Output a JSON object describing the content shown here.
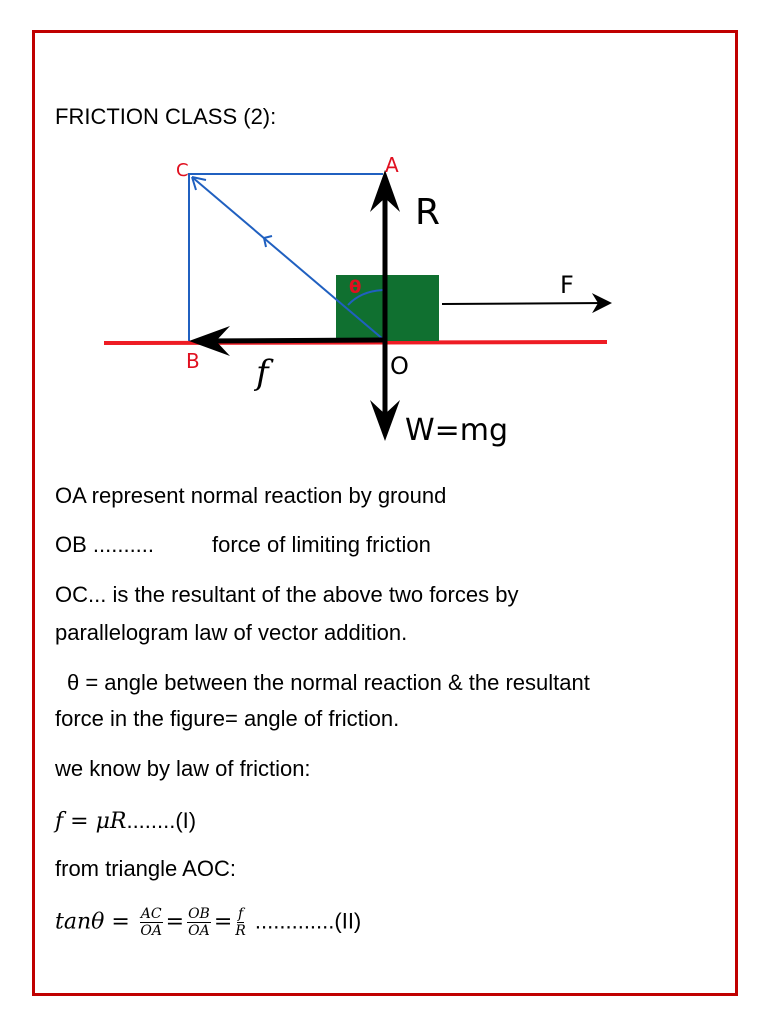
{
  "title": "FRICTION CLASS (2):",
  "diagram": {
    "labels": {
      "C": "C",
      "A": "A",
      "R": "R",
      "theta": "θ",
      "F": "F",
      "B": "B",
      "O": "O",
      "f": "f",
      "W": "W=mg"
    },
    "colors": {
      "border": "#c00000",
      "ground": "#ee1c24",
      "block": "#107030",
      "vector": "#2060c0",
      "label": "#e01020",
      "force": "#000000"
    }
  },
  "lines": [
    "OA represent normal reaction by ground",
    "OB ..........",
    "force of limiting friction",
    "OC... is the resultant of the above two forces by",
    "parallelogram law of vector addition.",
    "θ = angle between the normal reaction & the resultant",
    "force in the figure= angle of friction.",
    "we know by law of friction:",
    "from triangle AOC:"
  ],
  "eq1": {
    "lhs": "f",
    "eq": " = ",
    "rhs": "μR",
    "tail": "........(I)"
  },
  "eq2": {
    "lhs": "tanθ",
    "eq": " = ",
    "f1n": "AC",
    "f1d": "OA",
    "f2n": "OB",
    "f2d": "OA",
    "f3n": "f",
    "f3d": "R",
    "tail": " .............(II)"
  }
}
